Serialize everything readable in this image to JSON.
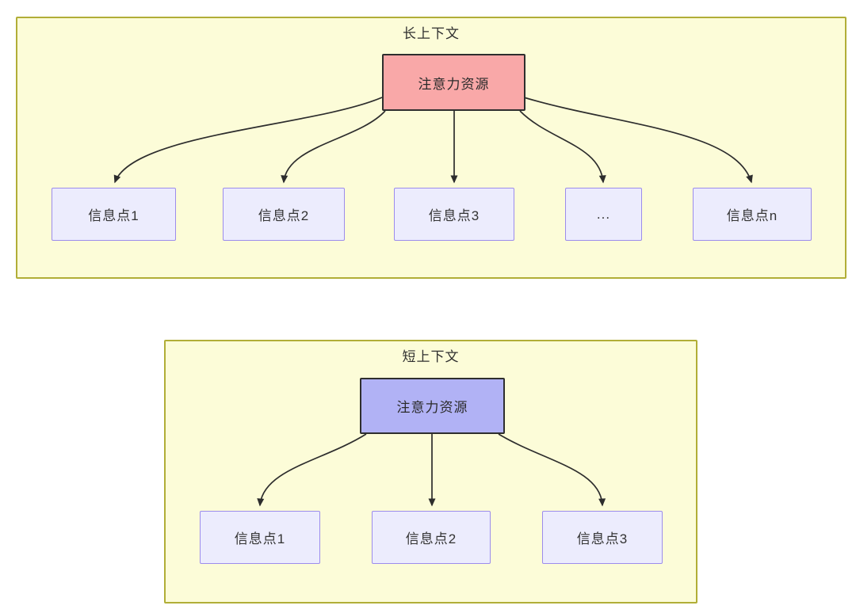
{
  "colors": {
    "canvas_bg": "#ffffff",
    "group_fill": "#fcfcd8",
    "group_border": "#b1ae37",
    "attention_fill_long": "#f9a8a8",
    "attention_fill_short": "#b1b2f5",
    "attention_border": "#2e2e2e",
    "info_fill": "#ececfd",
    "info_border": "#9c8cec",
    "arrow_color": "#2d2d2d",
    "text_color": "#2f2f2f"
  },
  "long_context": {
    "title": "长上下文",
    "attention_label": "注意力资源",
    "info_points": [
      {
        "label": "信息点1"
      },
      {
        "label": "信息点2"
      },
      {
        "label": "信息点3"
      },
      {
        "label": "..."
      },
      {
        "label": "信息点n"
      }
    ]
  },
  "short_context": {
    "title": "短上下文",
    "attention_label": "注意力资源",
    "info_points": [
      {
        "label": "信息点1"
      },
      {
        "label": "信息点2"
      },
      {
        "label": "信息点3"
      }
    ]
  }
}
